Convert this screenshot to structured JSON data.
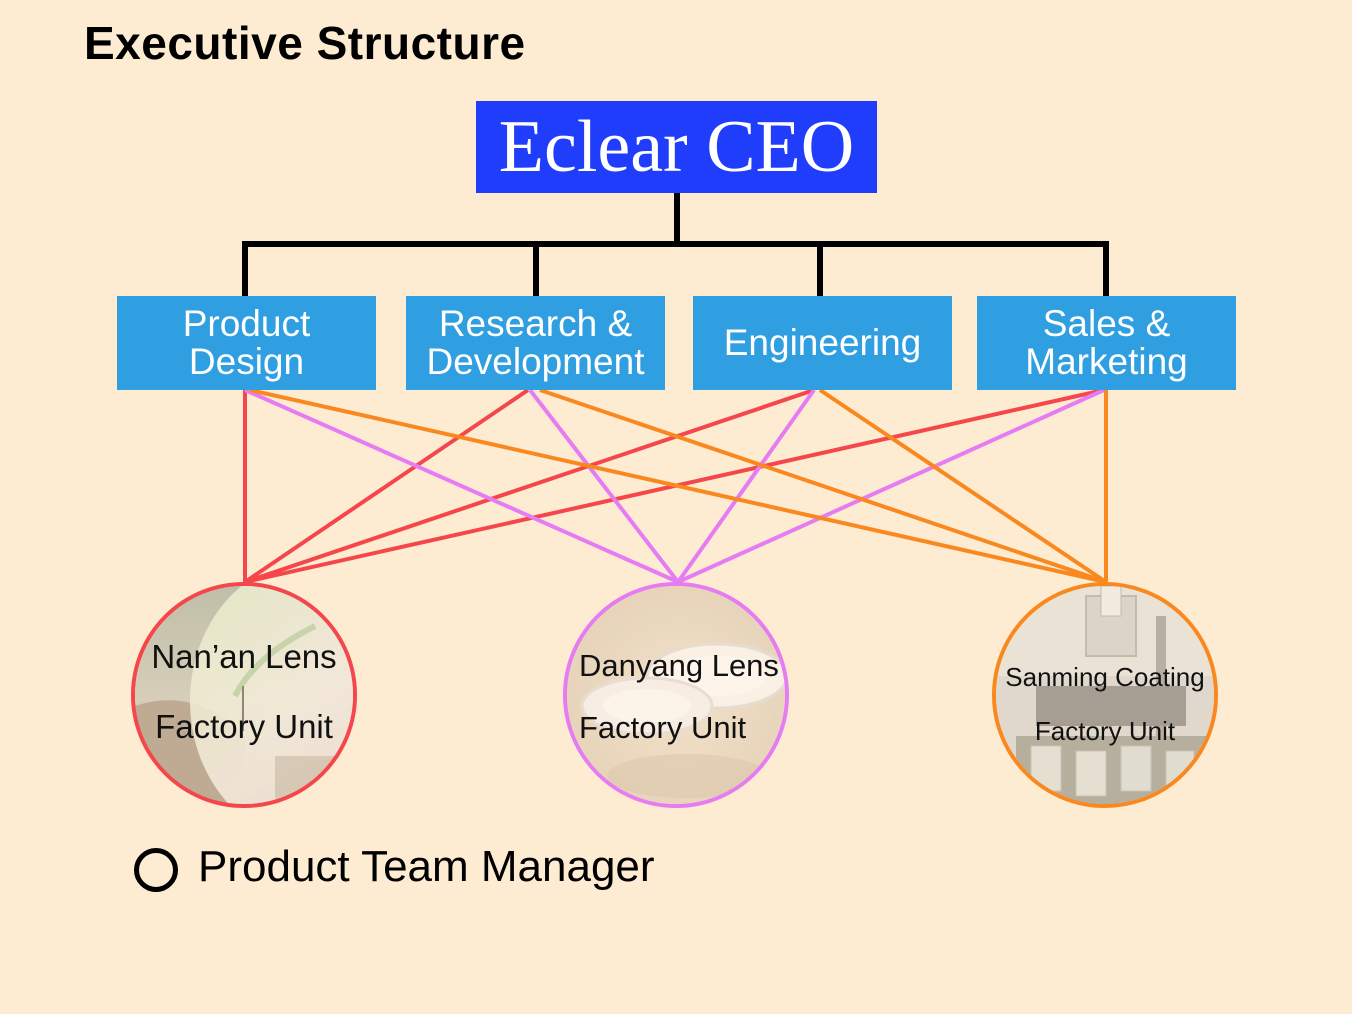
{
  "page": {
    "title": "Executive Structure"
  },
  "ceo": {
    "label": "Eclear CEO",
    "color": "#1f3dfb"
  },
  "departments": [
    {
      "label": "Product\nDesign"
    },
    {
      "label": "Research &\nDevelopment"
    },
    {
      "label": "Engineering"
    },
    {
      "label": "Sales &\nMarketing"
    }
  ],
  "factories": [
    {
      "line1": "Nan’an Lens",
      "line2": "Factory Unit",
      "color": "#f5474b"
    },
    {
      "line1": "Danyang Lens",
      "line2": "Factory Unit",
      "color": "#e57cf2"
    },
    {
      "line1": "Sanming Coating",
      "line2": "Factory Unit",
      "color": "#f9891f"
    }
  ],
  "legend": {
    "label": "Product Team Manager"
  },
  "colors": {
    "background": "#fdebd2",
    "department": "#2f9fe1",
    "tree": "#000000"
  }
}
